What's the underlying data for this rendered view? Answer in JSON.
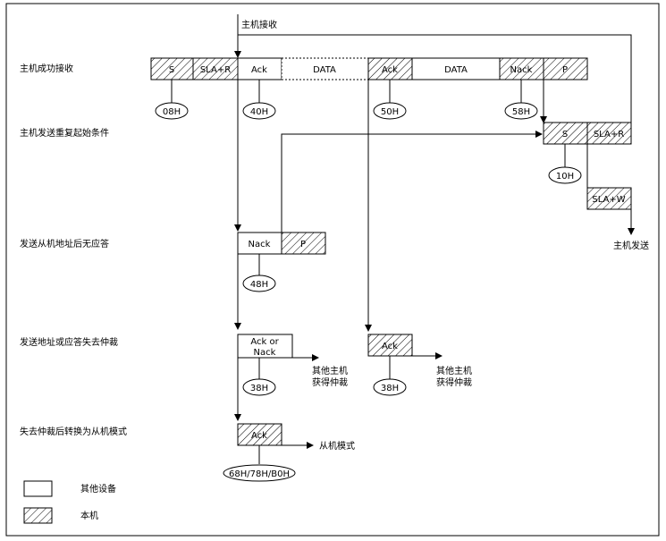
{
  "top_label": "主机接收",
  "rows": {
    "row1": "主机成功接收",
    "row2": "主机发送重复起始条件",
    "row3": "发送从机地址后无应答",
    "row4": "发送地址或应答失去仲裁",
    "row5": "失去仲裁后转换为从机模式"
  },
  "cells": {
    "s1": "S",
    "sla_r1": "SLA+R",
    "ack1": "Ack",
    "data1": "DATA",
    "ack2": "Ack",
    "data2": "DATA",
    "nack1": "Nack",
    "p1": "P",
    "s2": "S",
    "sla_r2": "SLA+R",
    "sla_w": "SLA+W",
    "nack2": "Nack",
    "p2": "P",
    "ack_or_nack_line1": "Ack or",
    "ack_or_nack_line2": "Nack",
    "ack3": "Ack",
    "ack4": "Ack"
  },
  "states": {
    "s08": "08H",
    "s40": "40H",
    "s50": "50H",
    "s58": "58H",
    "s10": "10H",
    "s48": "48H",
    "s38a": "38H",
    "s38b": "38H",
    "s68": "68H/78H/B0H"
  },
  "outputs": {
    "master_send": "主机发送",
    "other_master_a_line1": "其他主机",
    "other_master_a_line2": "获得仲裁",
    "other_master_b_line1": "其他主机",
    "other_master_b_line2": "获得仲裁",
    "slave_mode": "从机模式"
  },
  "legend": {
    "other_device": "其他设备",
    "this_device": "本机"
  }
}
